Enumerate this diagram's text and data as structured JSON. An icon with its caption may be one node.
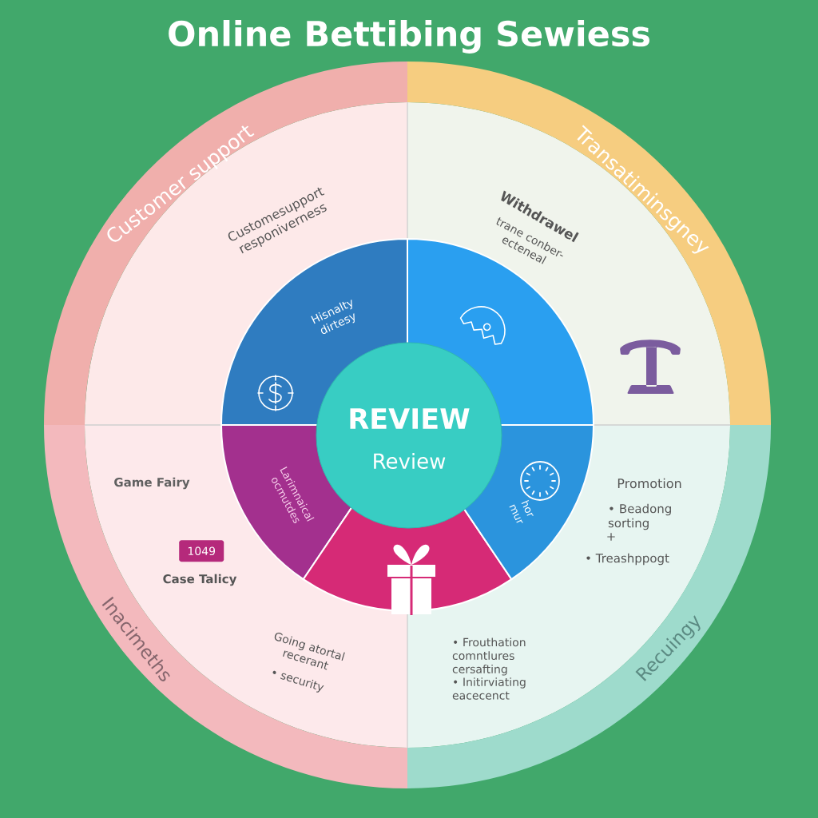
{
  "diagram": {
    "title": "Online Bettibing Sewiess",
    "nodes": [
      {
        "text": [
          "Customer support",
          "Customesupport responiverness"
        ]
      },
      {
        "text": [
          "Hisnalty dirtesy"
        ],
        "in": 0
      },
      {
        "text": [
          "Transatiminsgney",
          "Withdrawel",
          "trane conber- ecteneal"
        ]
      },
      {
        "text": [],
        "shape": "sector",
        "in": 2
      },
      {
        "text": [
          "REVIEW",
          "Review"
        ]
      },
      {
        "text": [
          "Inacimeths",
          "Game Fairy",
          "Case Talicy",
          "Going atortal recerant",
          "• security"
        ]
      },
      {
        "text": [
          "1049"
        ],
        "in": 5
      },
      {
        "text": [
          "Larimnaical ocmutdes"
        ],
        "in": 5
      },
      {
        "text": [],
        "shape": "sector"
      },
      {
        "text": [
          "Recuingy",
          "Promotion",
          "• Beadong sorting",
          "+",
          "• Treashppogt",
          "• Frouthation comntlures cersafting",
          "• Initirviating eacecenct"
        ]
      },
      {
        "text": [
          "hor mur"
        ],
        "in": 9
      }
    ]
  }
}
